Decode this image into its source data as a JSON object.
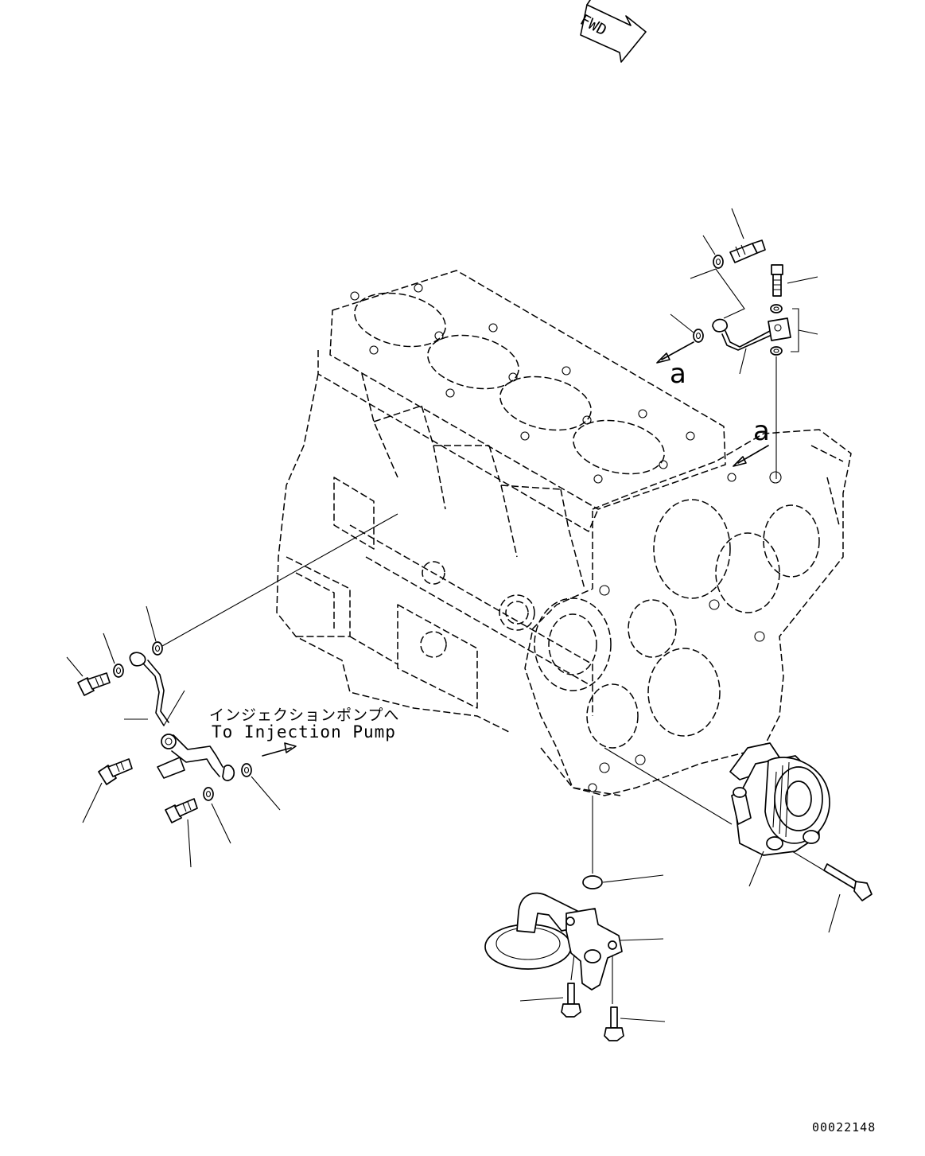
{
  "orientation_label": "FWD",
  "destination_note": {
    "japanese": "インジェクションポンプへ",
    "english": "To Injection Pump"
  },
  "view_markers": [
    "a",
    "a"
  ],
  "drawing_number": "00022148"
}
